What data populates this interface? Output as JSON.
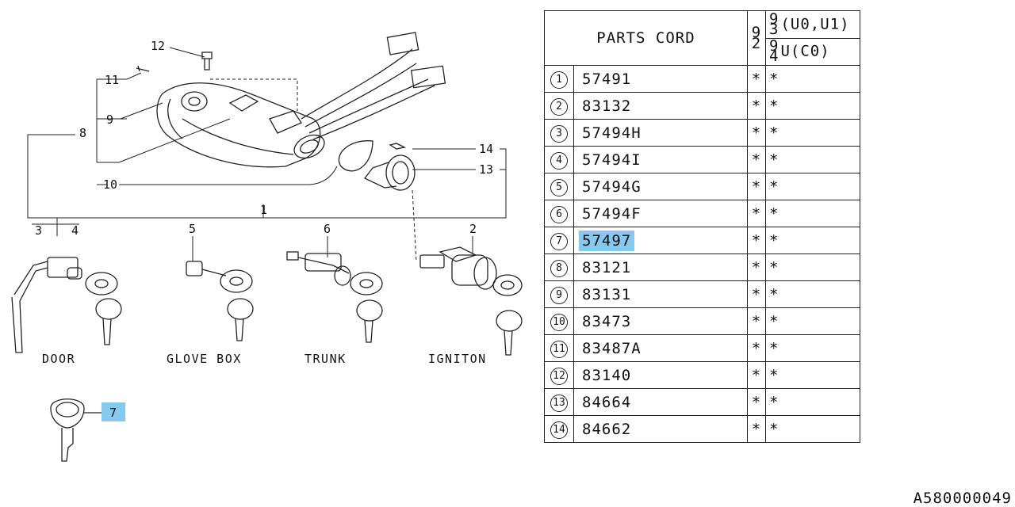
{
  "table": {
    "header_title": "PARTS CORD",
    "col1_header": [
      "9",
      "2"
    ],
    "col2_headers": [
      {
        "digits": [
          "9",
          "3"
        ],
        "text": "(U0,U1)"
      },
      {
        "digits": [
          "9",
          "4"
        ],
        "text": "U(C0)"
      }
    ],
    "rows": [
      {
        "num": "1",
        "code": "57491",
        "m1": "*",
        "m2": "*",
        "highlighted": false
      },
      {
        "num": "2",
        "code": "83132",
        "m1": "*",
        "m2": "*",
        "highlighted": false
      },
      {
        "num": "3",
        "code": "57494H",
        "m1": "*",
        "m2": "*",
        "highlighted": false
      },
      {
        "num": "4",
        "code": "57494I",
        "m1": "*",
        "m2": "*",
        "highlighted": false
      },
      {
        "num": "5",
        "code": "57494G",
        "m1": "*",
        "m2": "*",
        "highlighted": false
      },
      {
        "num": "6",
        "code": "57494F",
        "m1": "*",
        "m2": "*",
        "highlighted": false
      },
      {
        "num": "7",
        "code": "57497",
        "m1": "*",
        "m2": "*",
        "highlighted": true
      },
      {
        "num": "8",
        "code": "83121",
        "m1": "*",
        "m2": "*",
        "highlighted": false
      },
      {
        "num": "9",
        "code": "83131",
        "m1": "*",
        "m2": "*",
        "highlighted": false
      },
      {
        "num": "10",
        "code": "83473",
        "m1": "*",
        "m2": "*",
        "highlighted": false
      },
      {
        "num": "11",
        "code": "83487A",
        "m1": "*",
        "m2": "*",
        "highlighted": false
      },
      {
        "num": "12",
        "code": "83140",
        "m1": "*",
        "m2": "*",
        "highlighted": false
      },
      {
        "num": "13",
        "code": "84664",
        "m1": "*",
        "m2": "*",
        "highlighted": false
      },
      {
        "num": "14",
        "code": "84662",
        "m1": "*",
        "m2": "*",
        "highlighted": false
      }
    ]
  },
  "diagram": {
    "callouts": {
      "c12": "12",
      "c11": "11",
      "c9": "9",
      "c8": "8",
      "c10": "10",
      "c14": "14",
      "c13": "13",
      "c1": "1",
      "c3": "3",
      "c4": "4",
      "c5": "5",
      "c6": "6",
      "c2": "2",
      "c7": "7"
    },
    "labels": {
      "door": "DOOR",
      "glove_box": "GLOVE BOX",
      "trunk": "TRUNK",
      "ignition": "IGNITON"
    },
    "highlight_color": "#86c8ee"
  },
  "reference_code": "A580000049"
}
